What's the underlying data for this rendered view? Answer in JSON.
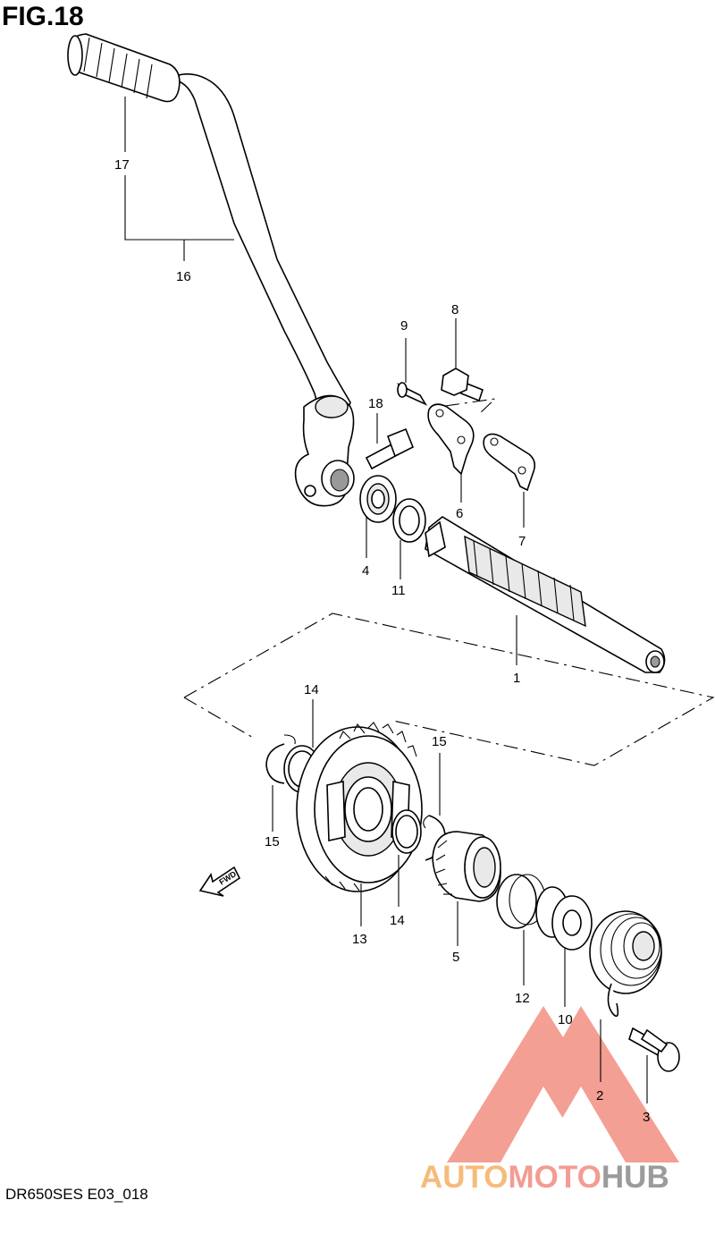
{
  "figure": {
    "title": "FIG.18",
    "code": "DR650SES E03_018",
    "direction_label": "FWD"
  },
  "parts": [
    {
      "ref": "1",
      "name": "shaft"
    },
    {
      "ref": "2",
      "name": "spring"
    },
    {
      "ref": "3",
      "name": "pin-bolt"
    },
    {
      "ref": "4",
      "name": "oil-seal"
    },
    {
      "ref": "5",
      "name": "driven-gear"
    },
    {
      "ref": "6",
      "name": "guide"
    },
    {
      "ref": "7",
      "name": "stopper"
    },
    {
      "ref": "8",
      "name": "bolt"
    },
    {
      "ref": "9",
      "name": "screw"
    },
    {
      "ref": "10",
      "name": "washer"
    },
    {
      "ref": "11",
      "name": "washer"
    },
    {
      "ref": "12",
      "name": "spring"
    },
    {
      "ref": "13",
      "name": "gear"
    },
    {
      "ref": "14",
      "name": "washer"
    },
    {
      "ref": "15",
      "name": "circlip"
    },
    {
      "ref": "16",
      "name": "lever"
    },
    {
      "ref": "17",
      "name": "rubber-grip"
    },
    {
      "ref": "18",
      "name": "bolt"
    }
  ],
  "callouts": {
    "c1": "1",
    "c2": "2",
    "c3": "3",
    "c4": "4",
    "c5": "5",
    "c6": "6",
    "c7": "7",
    "c8": "8",
    "c9": "9",
    "c10": "10",
    "c11": "11",
    "c12": "12",
    "c13": "13",
    "c14a": "14",
    "c14b": "14",
    "c15a": "15",
    "c15b": "15",
    "c16": "16",
    "c17": "17",
    "c18": "18"
  },
  "watermark": {
    "text_part1": "AUTO",
    "text_part2": "MOTO",
    "text_part3": "HUB",
    "color_orange": "#f5b064",
    "color_pink": "#f28b82",
    "color_gray": "#8a8a8a",
    "logo_color": "#f08070"
  }
}
